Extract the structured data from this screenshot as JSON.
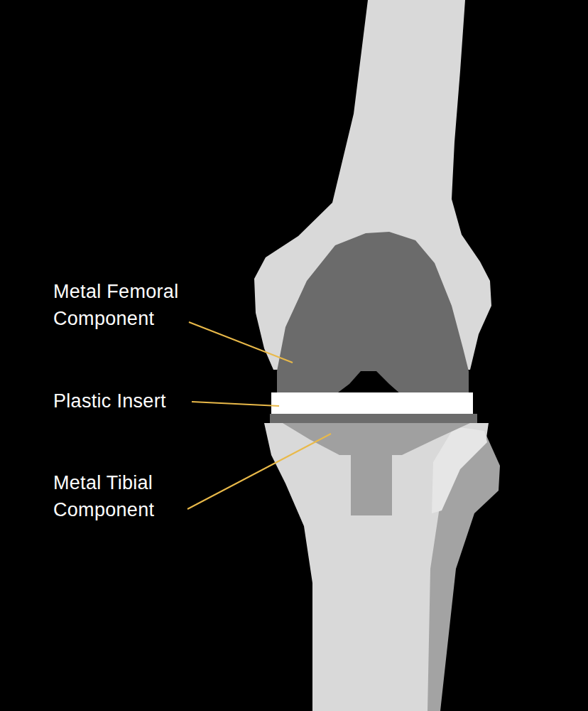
{
  "diagram": {
    "labels": [
      "Metal Femoral Component",
      "Plastic Insert",
      "Metal Tibial Component"
    ]
  }
}
